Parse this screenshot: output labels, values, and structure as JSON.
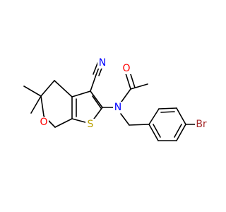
{
  "molecule": {
    "atoms": [
      {
        "symbol": "N",
        "color": "#0000ff"
      },
      {
        "symbol": "C",
        "color": "#0000ff"
      },
      {
        "symbol": "O",
        "color": "#ff0000"
      },
      {
        "symbol": "N",
        "color": "#0000ff"
      },
      {
        "symbol": "O",
        "color": "#ff0000"
      },
      {
        "symbol": "S",
        "color": "#b8a000"
      },
      {
        "symbol": "Br",
        "color": "#a52a2a"
      }
    ],
    "bond_color": "#000000",
    "background": "#ffffff"
  }
}
